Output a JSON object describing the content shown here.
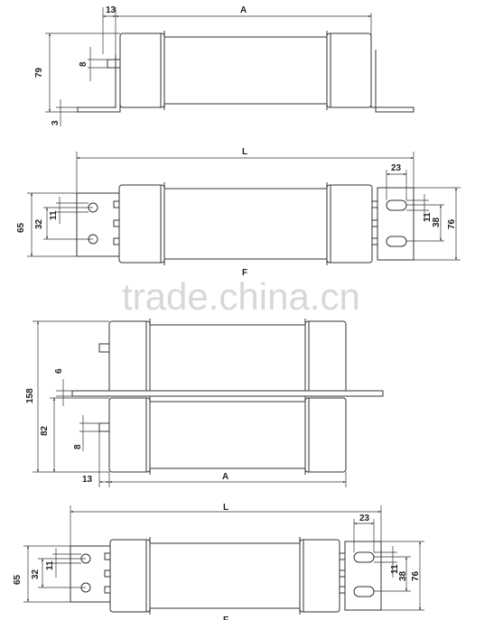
{
  "diagram_1": {
    "dim_top_offset": "13",
    "dim_length": "A",
    "dim_height": "79",
    "dim_tab_thickness": "8",
    "dim_plate_thickness": "3"
  },
  "diagram_2": {
    "dim_overall": "L",
    "dim_slot_width": "23",
    "dim_left_outer": "65",
    "dim_left_spacing": "32",
    "dim_left_hole": "11",
    "dim_right_hole": "11",
    "dim_right_spacing": "38",
    "dim_right_outer": "76",
    "label_below": "F"
  },
  "watermark": "trade.china.cn",
  "diagram_3": {
    "dim_total_height": "158",
    "dim_tab_gap": "6",
    "dim_half_height": "82",
    "dim_tab_thickness": "8",
    "dim_bottom_offset": "13",
    "dim_length": "A"
  },
  "diagram_4": {
    "dim_overall": "L",
    "dim_slot_width": "23",
    "dim_left_outer": "65",
    "dim_left_spacing": "32",
    "dim_left_hole": "11",
    "dim_right_hole": "11",
    "dim_right_spacing": "38",
    "dim_right_outer": "76",
    "label_below": "F"
  }
}
